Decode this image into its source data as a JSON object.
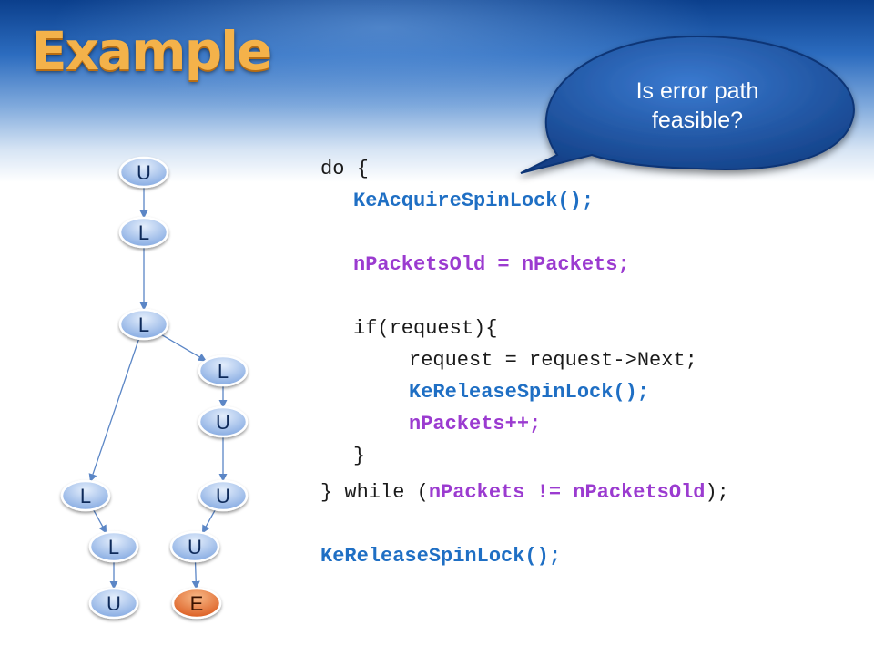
{
  "title": "Example",
  "callout": {
    "line1": "Is error path",
    "line2": "feasible?"
  },
  "code": {
    "l1": "do {",
    "l2": "KeAcquireSpinLock();",
    "l3": "nPacketsOld = nPackets;",
    "l4": "if(request){",
    "l5": "request = request->Next;",
    "l6": "KeReleaseSpinLock();",
    "l7": "nPackets++;",
    "l8": "}",
    "l9a": "} while (",
    "l9b": "nPackets != nPacketsOld",
    "l9c": ");",
    "l10": "KeReleaseSpinLock();"
  },
  "graph": {
    "nodes": [
      {
        "id": "n1",
        "label": "U",
        "kind": "normal"
      },
      {
        "id": "n2",
        "label": "L",
        "kind": "normal"
      },
      {
        "id": "n3",
        "label": "L",
        "kind": "normal"
      },
      {
        "id": "n4",
        "label": "L",
        "kind": "normal"
      },
      {
        "id": "n5",
        "label": "U",
        "kind": "normal"
      },
      {
        "id": "n6",
        "label": "L",
        "kind": "normal"
      },
      {
        "id": "n7",
        "label": "U",
        "kind": "normal"
      },
      {
        "id": "n8",
        "label": "L",
        "kind": "normal"
      },
      {
        "id": "n9",
        "label": "U",
        "kind": "normal"
      },
      {
        "id": "n10",
        "label": "U",
        "kind": "normal"
      },
      {
        "id": "n11",
        "label": "E",
        "kind": "error"
      }
    ],
    "edges": [
      [
        "n1",
        "n2"
      ],
      [
        "n2",
        "n3"
      ],
      [
        "n3",
        "n4"
      ],
      [
        "n3",
        "n6"
      ],
      [
        "n4",
        "n5"
      ],
      [
        "n5",
        "n7"
      ],
      [
        "n7",
        "n9"
      ],
      [
        "n9",
        "n11"
      ],
      [
        "n6",
        "n8"
      ],
      [
        "n8",
        "n10"
      ]
    ]
  },
  "colors": {
    "node_fill": "#8fb4ea",
    "node_fill_light": "#dce9fb",
    "node_stroke": "#ffffff",
    "error_fill": "#e2621d",
    "error_fill_light": "#f6b07d",
    "edge": "#5b86c6",
    "callout_fill": "#1f58aa",
    "callout_text": "#ffffff",
    "code_blue": "#1f6fc4",
    "code_purple": "#9b3bd0",
    "title": "#f4b24a"
  }
}
